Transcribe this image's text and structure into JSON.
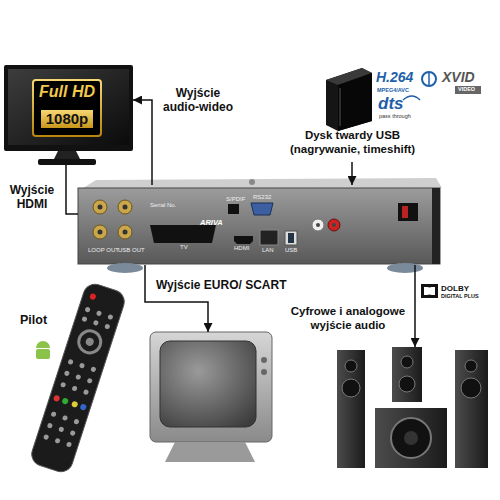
{
  "diagram": {
    "nodes": [
      {
        "text": [
          "Full HD",
          "1080p"
        ]
      },
      {
        "text": [
          "Dysk twardy USB (nagrywanie, timeshift)"
        ]
      },
      {
        "text": [
          "ARIVA",
          "Serial No.",
          "LOOP OUT",
          "USB OUT",
          "S/PDIF",
          "RS232",
          "TV",
          "HDMI",
          "LAN",
          "USB"
        ]
      },
      {
        "text": [
          "Pilot"
        ]
      },
      {
        "text": [
          "Wyjście EURO/ SCART"
        ]
      },
      {
        "text": [
          "Cyfrowe i analogowe wyjście audio"
        ]
      }
    ],
    "edges": [
      {
        "from": 2,
        "to": 0,
        "label": "Wyjście audio-wideo",
        "arrow": "to"
      },
      {
        "from": 2,
        "to": 0,
        "label": "Wyjście HDMI",
        "arrow": "none"
      },
      {
        "from": 1,
        "to": 2,
        "arrow": "to"
      },
      {
        "from": 2,
        "to": 4,
        "arrow": "to"
      },
      {
        "from": 2,
        "to": 5,
        "arrow": "to"
      }
    ],
    "labels": [
      "H.264",
      "MPEG4/AVC",
      "XVID",
      "VIDEO",
      "dts",
      "pass through",
      "DOLBY",
      "DIGITAL PLUS"
    ]
  }
}
